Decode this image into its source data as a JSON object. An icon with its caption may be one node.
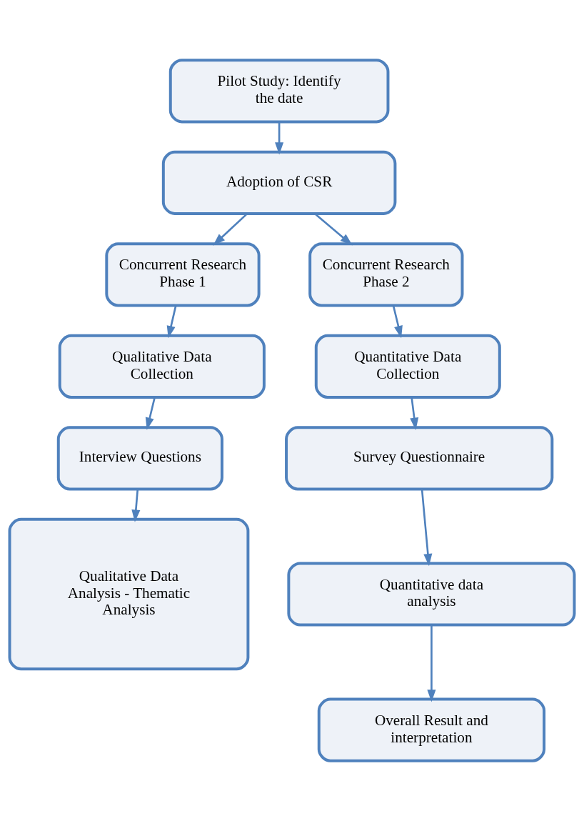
{
  "diagram": {
    "nodes": [
      {
        "text": [
          "Pilot Study: Identify the date"
        ]
      },
      {
        "text": [
          "Adoption of CSR"
        ]
      },
      {
        "text": [
          "Concurrent Research Phase 1"
        ]
      },
      {
        "text": [
          "Concurrent Research Phase 2"
        ]
      },
      {
        "text": [
          "Qualitative Data Collection"
        ]
      },
      {
        "text": [
          "Quantitative Data Collection"
        ]
      },
      {
        "text": [
          "Interview Questions"
        ]
      },
      {
        "text": [
          "Survey Questionnaire"
        ]
      },
      {
        "text": [
          "Qualitative Data Analysis - Thematic Analysis"
        ]
      },
      {
        "text": [
          "Quantitative data analysis"
        ]
      },
      {
        "text": [
          "Overall Result and interpretation"
        ]
      }
    ],
    "edges": [
      {
        "from": 0,
        "to": 1,
        "arrow": "to"
      },
      {
        "from": 1,
        "to": 2,
        "arrow": "to"
      },
      {
        "from": 1,
        "to": 3,
        "arrow": "to"
      },
      {
        "from": 2,
        "to": 4,
        "arrow": "to"
      },
      {
        "from": 4,
        "to": 6,
        "arrow": "to"
      },
      {
        "from": 6,
        "to": 8,
        "arrow": "to"
      },
      {
        "from": 3,
        "to": 5,
        "arrow": "to"
      },
      {
        "from": 5,
        "to": 7,
        "arrow": "to"
      },
      {
        "from": 7,
        "to": 9,
        "arrow": "to"
      },
      {
        "from": 9,
        "to": 10,
        "arrow": "to"
      }
    ]
  }
}
